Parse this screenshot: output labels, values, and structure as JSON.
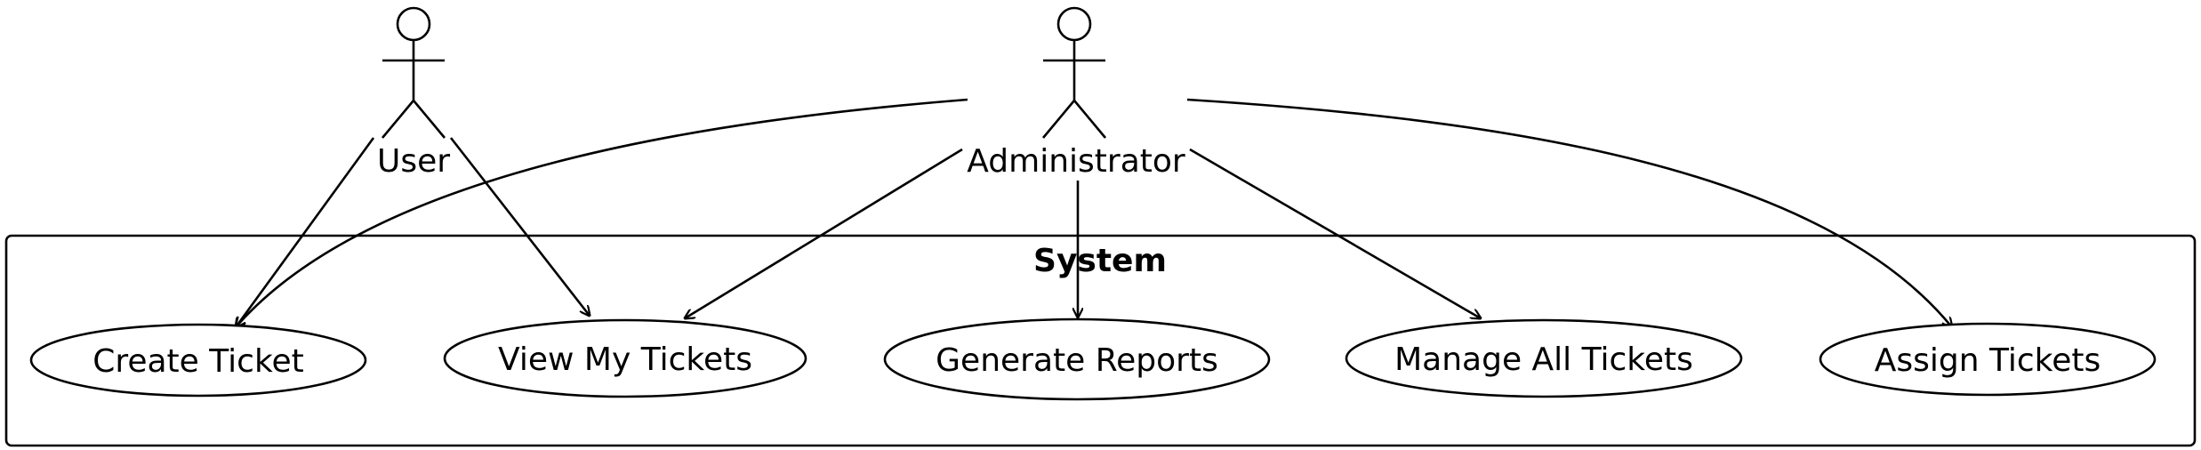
{
  "system": {
    "title": "System"
  },
  "actors": [
    {
      "id": "user",
      "label": "User"
    },
    {
      "id": "admin",
      "label": "Administrator"
    }
  ],
  "use_cases": [
    {
      "id": "create",
      "label": "Create Ticket"
    },
    {
      "id": "view",
      "label": "View My Tickets"
    },
    {
      "id": "reports",
      "label": "Generate Reports"
    },
    {
      "id": "manage",
      "label": "Manage All Tickets"
    },
    {
      "id": "assign",
      "label": "Assign Tickets"
    }
  ],
  "associations": [
    {
      "from": "user",
      "to": "create"
    },
    {
      "from": "user",
      "to": "view"
    },
    {
      "from": "admin",
      "to": "create"
    },
    {
      "from": "admin",
      "to": "view"
    },
    {
      "from": "admin",
      "to": "reports"
    },
    {
      "from": "admin",
      "to": "manage"
    },
    {
      "from": "admin",
      "to": "assign"
    }
  ]
}
